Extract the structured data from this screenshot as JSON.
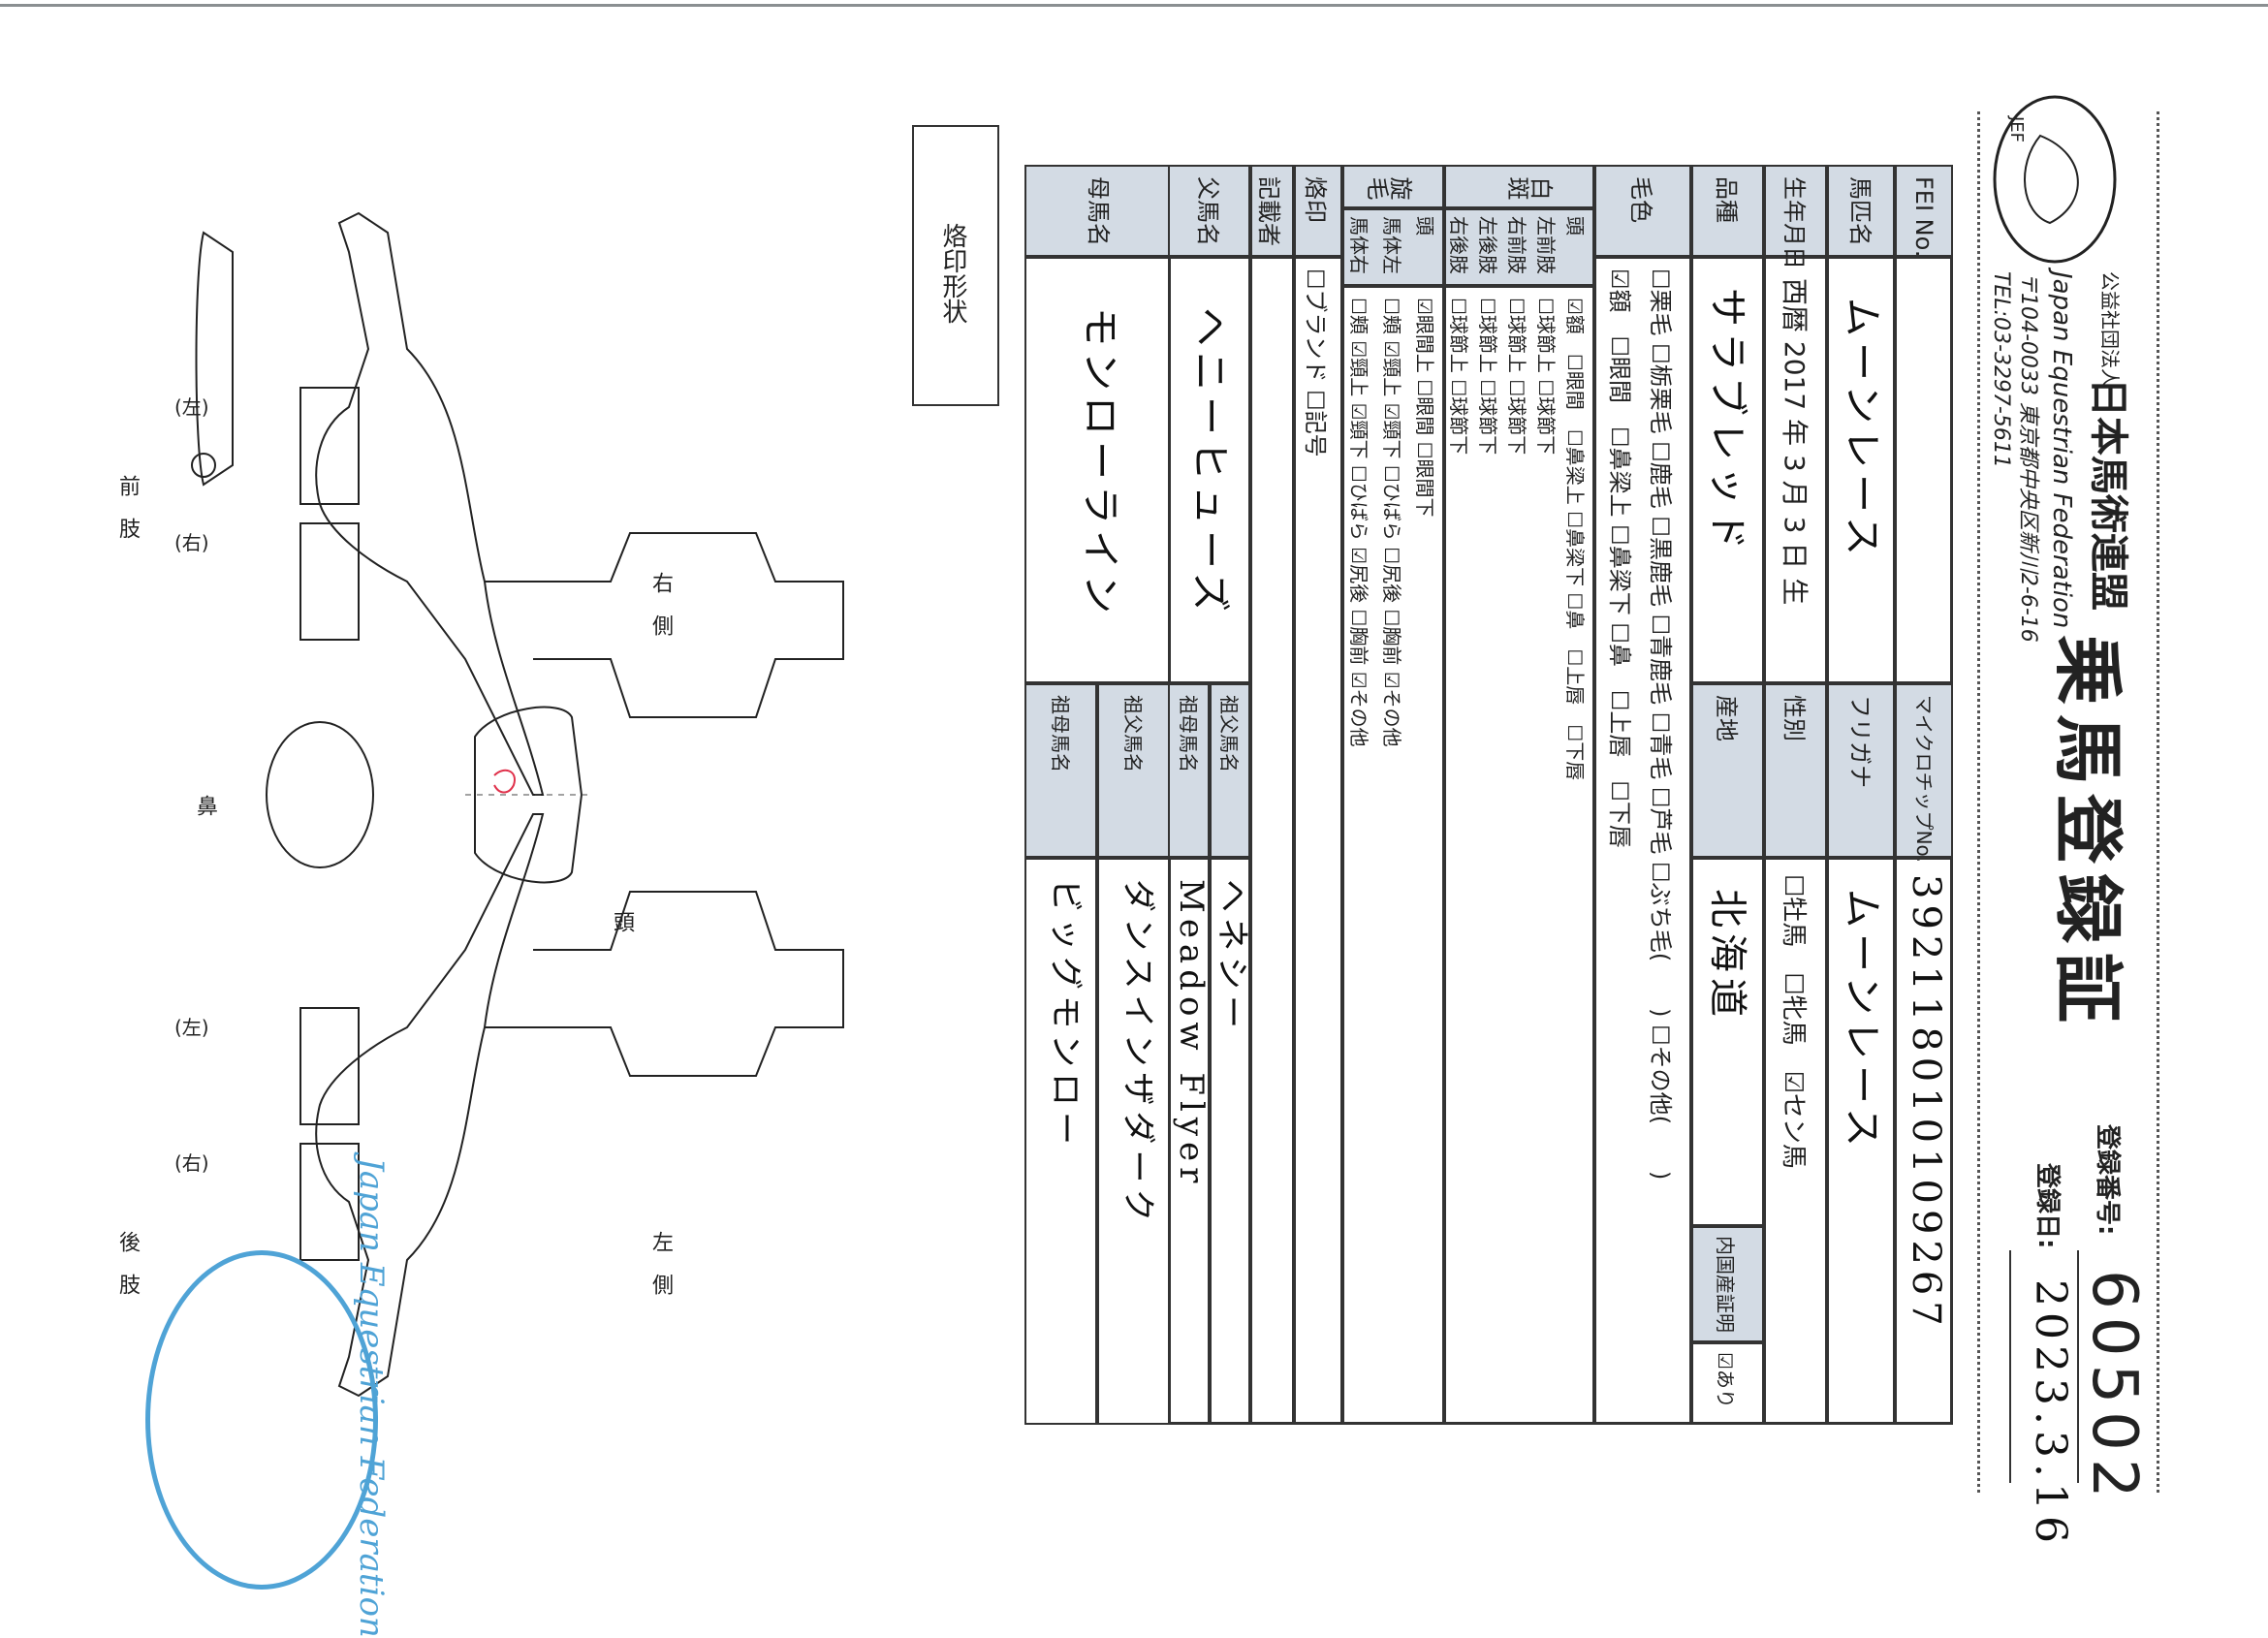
{
  "header": {
    "logo_text": "JEF",
    "org_prefix": "公益社団法人",
    "org_name": "日本馬術連盟",
    "org_english": "Japan Equestrian Federation",
    "address": "〒104-0033 東京都中央区新川2-6-16",
    "tel": "TEL:03-3297-5611",
    "title": "乗馬登録証",
    "reg_number_label": "登録番号:",
    "reg_number": "60502",
    "reg_date_label": "登録日:",
    "reg_date": "2023.3.16"
  },
  "table": {
    "fei_label": "FEI No.",
    "microchip_label": "マイクロチップNo.",
    "microchip": "392118010109267",
    "horse_name_label": "馬匹名",
    "horse_name": "ムーンレース",
    "furigana_label": "フリガナ",
    "furigana": "ムーンレース",
    "birth_label": "生年月日",
    "birth_date": "西暦 2017 年 3 月 3 日 生",
    "sex_label": "性別",
    "sex_options": "☐牡馬　☐牝馬　☑セン馬",
    "breed_label": "品種",
    "breed": "サラブレッド",
    "origin_label": "産地",
    "origin": "北海道",
    "domestic_label": "内国産証明",
    "domestic_value": "☑あり",
    "coat_label": "毛色",
    "coat_row1": "☐栗毛 ☐栃栗毛 ☐鹿毛 ☐黒鹿毛 ☐青鹿毛 ☐青毛 ☐芦毛 ☐ぶち毛(　　) ☐その他(　　)",
    "coat_row2": "☑額　☐眼間　☐鼻梁上 ☐鼻梁下 ☐鼻　☐上唇　☐下唇",
    "white_label": "白斑",
    "white_sub": [
      "頭",
      "左前肢",
      "右前肢",
      "左後肢",
      "右後肢"
    ],
    "white_vals": [
      "☑額　☐眼間　☐鼻梁上 ☐鼻梁下 ☐鼻　☐上唇　☐下唇",
      "☐球節上 ☐球節下",
      "☐球節上 ☐球節下",
      "☐球節上 ☐球節下",
      "☐球節上 ☐球節下"
    ],
    "whorl_label": "旋毛",
    "whorl_sub": [
      "頭",
      "馬体左",
      "馬体右"
    ],
    "whorl_vals": [
      "☑眼間上 ☐眼間 ☐眼間下",
      "☐頬 ☑頸上 ☑頸下 ☐ひばら ☐尻後 ☐胸前 ☑その他",
      "☐頬 ☑頸上 ☑頸下 ☐ひばら ☑尻後 ☐胸前 ☑その他"
    ],
    "brand_label": "烙印",
    "brand_options": "☐ブランド ☐記号",
    "recorder_label": "記載者",
    "sire_label": "父馬名",
    "sire": "ヘニーヒューズ",
    "grandsire_label": "祖父馬名",
    "grandsire": "ヘネシー",
    "granddam_label": "祖母馬名",
    "granddam": "Meadow Flyer",
    "dam_label": "母馬名",
    "dam": "モンローライン",
    "dam_grandsire_label": "祖父馬名",
    "dam_grandsire": "ダンスインザダーク",
    "dam_granddam_label": "祖母馬名",
    "dam_granddam": "ビッグモンロー"
  },
  "diagrams": {
    "brand_shape": "烙印形状",
    "right_side": "右　側",
    "left_side": "左　側",
    "head": "頭",
    "nose": "鼻",
    "forelimb": "前　肢",
    "hindlimb": "後　肢",
    "left_paren": "(左)",
    "right_paren": "(右)"
  },
  "stamp": {
    "text": "Japan Equestrian Federation"
  }
}
